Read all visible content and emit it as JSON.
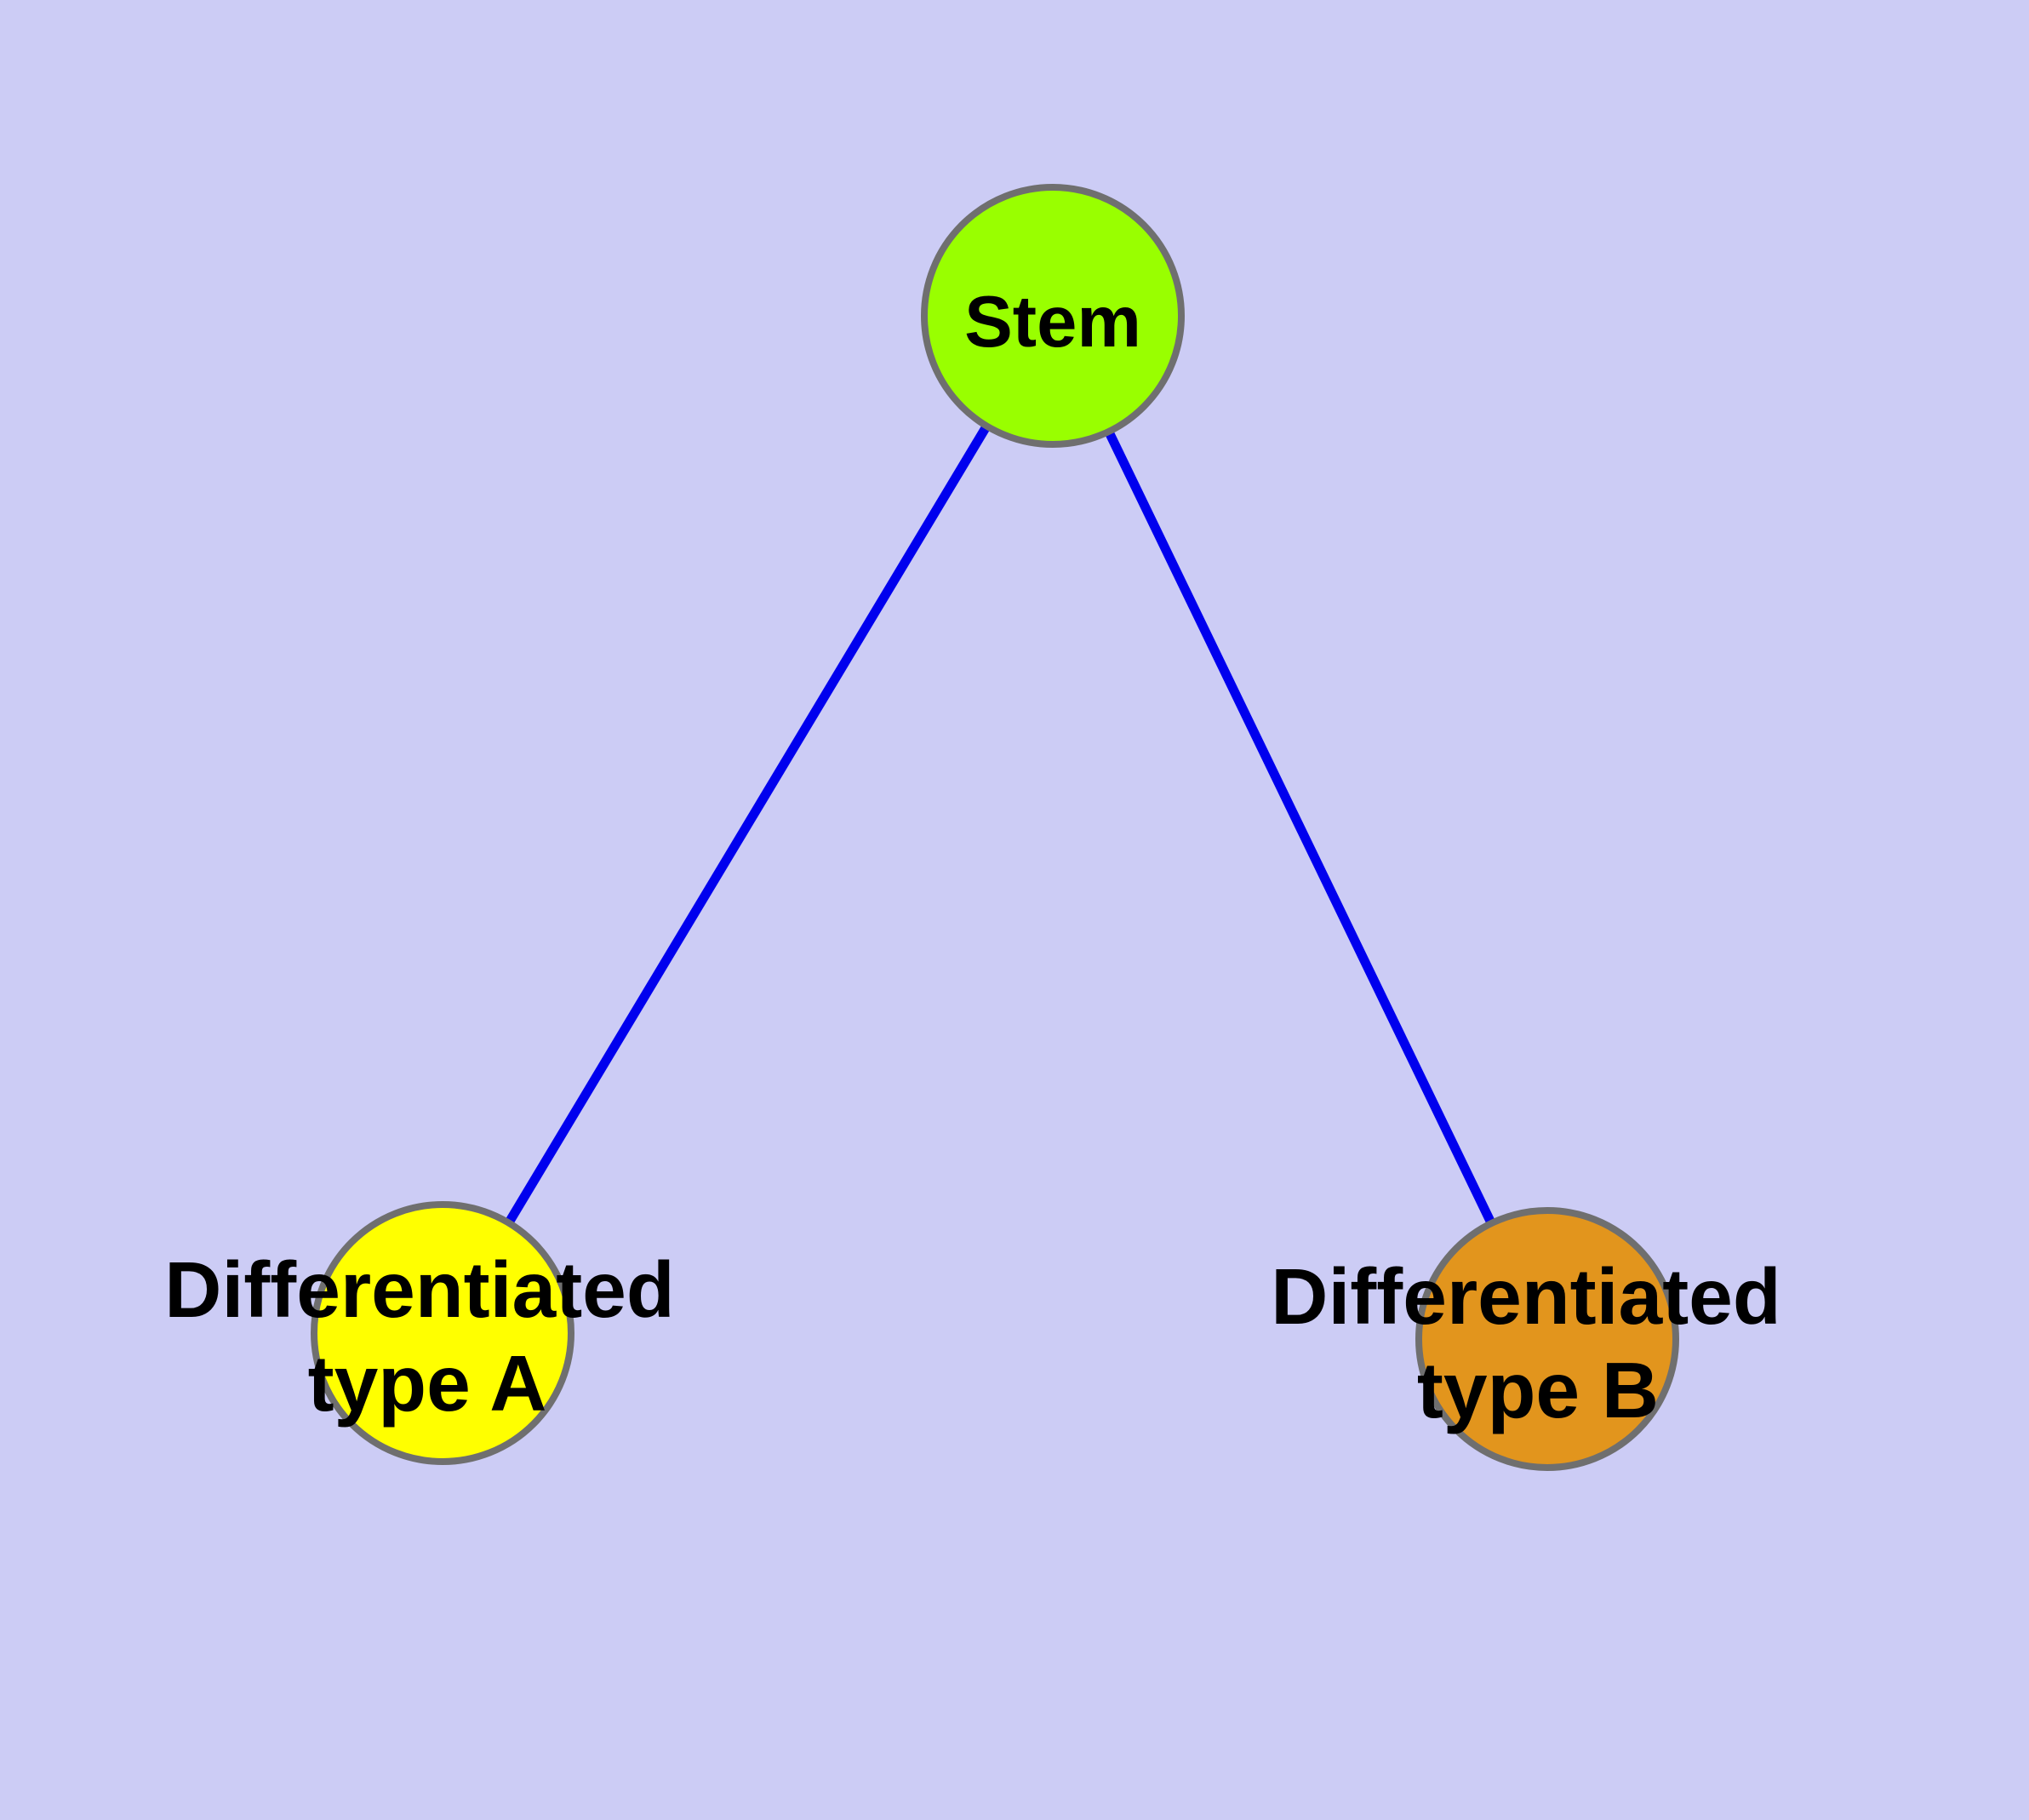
{
  "diagram": {
    "type": "graph",
    "background_color": "#CCCCF5",
    "label_color": "#000000",
    "node_border_color": "#6F6F6F",
    "edge_color": "#0000EE",
    "nodes": [
      {
        "id": "stem",
        "label": "Stem",
        "fill_color": "#99FF00"
      },
      {
        "id": "differentiated-type-a",
        "label": "Differentiated type A",
        "label_lines": [
          "Differentiated",
          "type A"
        ],
        "fill_color": "#FFFF00"
      },
      {
        "id": "differentiated-type-b",
        "label": "Differentiated type B",
        "label_lines": [
          "Differentiated",
          "type B"
        ],
        "fill_color": "#E2951D"
      }
    ],
    "edges": [
      {
        "source": "Stem",
        "target": "Differentiated type A"
      },
      {
        "source": "Stem",
        "target": "Differentiated type B"
      }
    ]
  }
}
